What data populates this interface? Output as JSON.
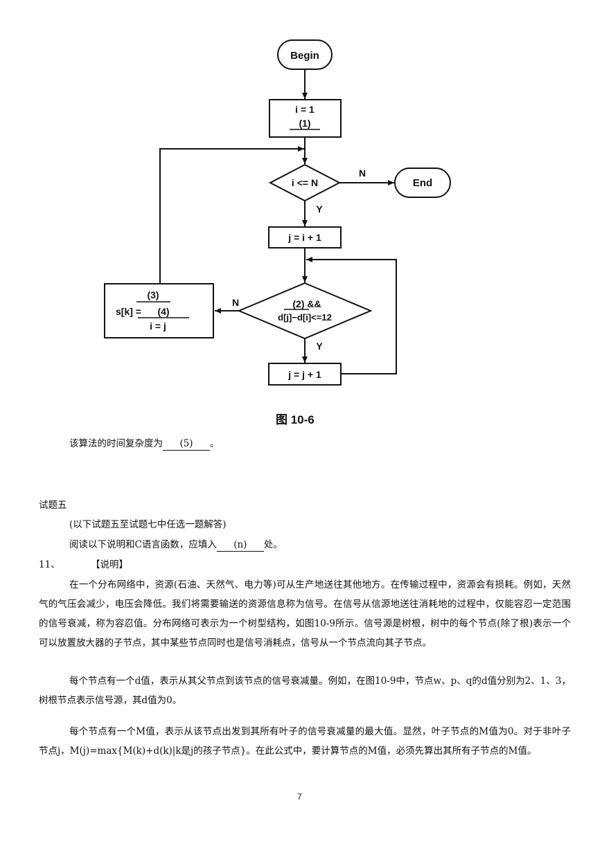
{
  "flowchart": {
    "begin": "Begin",
    "init_line1": "i = 1",
    "init_line2": "(1)",
    "cond1": "i <= N",
    "cond1_no": "N",
    "cond1_yes": "Y",
    "end": "End",
    "assign_j": "j = i + 1",
    "cond2_line1": "(2)  &&",
    "cond2_line2": "d[j]−d[i]<=12",
    "cond2_no": "N",
    "cond2_yes": "Y",
    "increment_j": "j = j + 1",
    "left_box_line1": "(3)",
    "left_box_prefix": "s[k] =",
    "left_box_blank": "(4)",
    "left_box_line3": "i = j"
  },
  "figure_caption": "图 10-6",
  "complexity_line": {
    "before": "该算法的时间复杂度为",
    "blank": "(5)",
    "after": "。"
  },
  "section_title": "试题五",
  "choose_note": "(以下试题五至试题七中任选一题解答)",
  "instruction": {
    "before": "阅读以下说明和C语言函数，应填入",
    "blank": "(n)",
    "after": "处。"
  },
  "question_number": "11、",
  "explanation_label": "【说明】",
  "paragraphs": [
    "在一个分布网络中，资源(石油、天然气、电力等)可从生产地送往其他地方。在传输过程中，资源会有损耗。例如，天然气的气压会减少，电压会降低。我们将需要输送的资源信息称为信号。在信号从信源地送往消耗地的过程中，仅能容忍一定范围的信号衰减，称为容忍值。分布网络可表示为一个树型结构，如图10-9所示。信号源是树根，树中的每个节点(除了根)表示一个可以放置放大器的子节点，其中某些节点同时也是信号消耗点，信号从一个节点流向其子节点。",
    "每个节点有一个d值，表示从其父节点到该节点的信号衰减量。例如，在图10-9中，节点w、p、q的d值分别为2、1、3，树根节点表示信号源，其d值为0。",
    "每个节点有一个M值，表示从该节点出发到其所有叶子的信号衰减量的最大值。显然，叶子节点的M值为0。对于非叶子节点j，M(j)=max{M(k)+d(k)|k是j的孩子节点}。在此公式中，要计算节点的M值，必须先算出其所有子节点的M值。"
  ],
  "page_number": "7"
}
